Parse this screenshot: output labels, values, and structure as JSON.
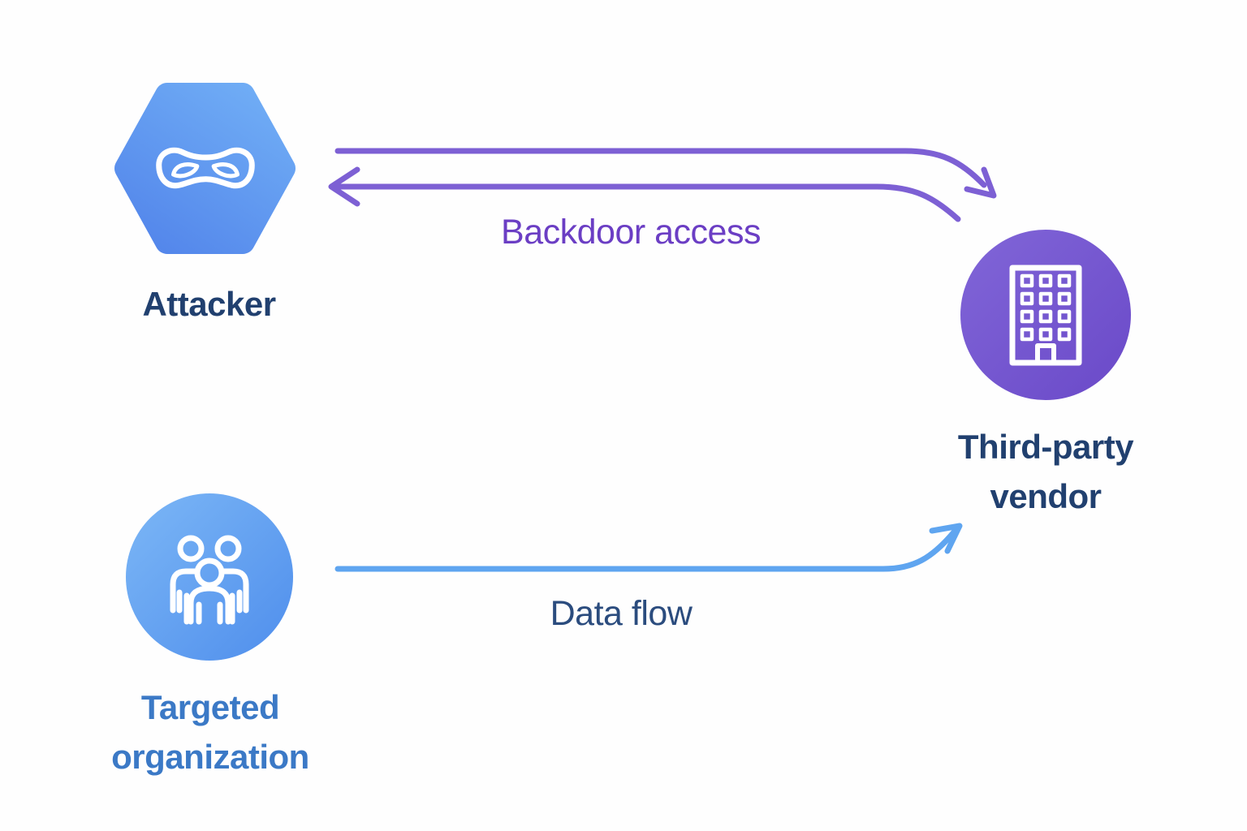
{
  "nodes": {
    "attacker": {
      "label": "Attacker",
      "icon": "mask-icon",
      "shape": "hexagon"
    },
    "third_party_vendor": {
      "label": "Third-party vendor",
      "icon": "building-icon",
      "shape": "circle"
    },
    "targeted_organization": {
      "label": "Targeted organization",
      "icon": "people-icon",
      "shape": "circle"
    }
  },
  "edges": {
    "backdoor_access": {
      "label": "Backdoor access",
      "direction": "bidirectional",
      "endpoints": "Attacker, Third-party vendor"
    },
    "data_flow": {
      "label": "Data flow",
      "direction": "one-way",
      "endpoints": "Targeted organization, Third-party vendor"
    }
  },
  "colors": {
    "background": "#FEFEFE",
    "arrow_purple": "#7D60D4",
    "arrow_blue": "#5FA5F0",
    "label_navy": "#21406F",
    "label_blue": "#3B79C6",
    "label_purple": "#6B3EC4",
    "label_dataflow": "#2B4C7E",
    "hexagon_light": "#6FACF5",
    "hexagon_dark": "#5487EB",
    "org_circle_light": "#7CB7F6",
    "org_circle_dark": "#4F8EEC",
    "vendor_circle_light": "#8166D8",
    "vendor_circle_dark": "#6A49C8",
    "icon_stroke": "#FFFFFF"
  }
}
